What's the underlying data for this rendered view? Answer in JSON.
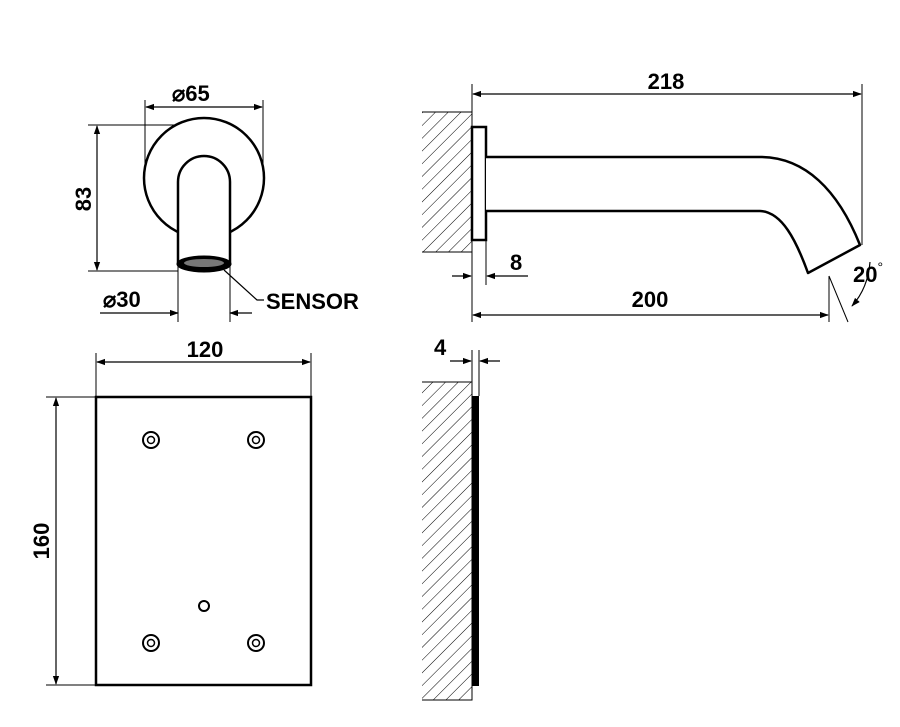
{
  "front_view": {
    "diameter_outer": "65",
    "height": "83",
    "diameter_spout": "30",
    "sensor_label": "SENSOR"
  },
  "side_view": {
    "total_length": "218",
    "plate_thickness": "8",
    "projection": "200",
    "angle": "20"
  },
  "plate_view": {
    "width": "120",
    "height": "160"
  },
  "plate_side_view": {
    "thickness": "4"
  },
  "symbols": {
    "diameter": "⌀",
    "degree": "°"
  }
}
